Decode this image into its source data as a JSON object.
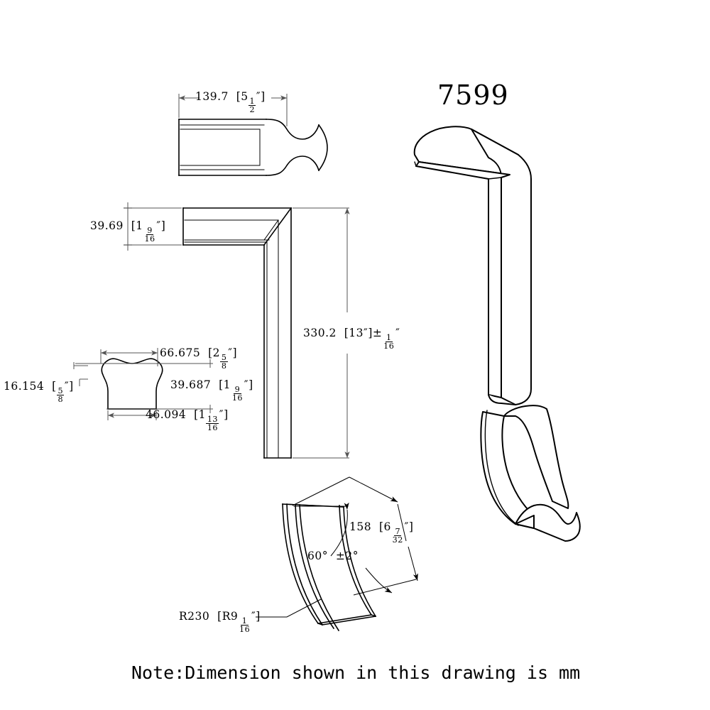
{
  "title": "7599",
  "note": "Note:Dimension shown in this drawing is mm",
  "units": "mm",
  "dimensions": {
    "top_view_length": {
      "value": "139.7",
      "bracket_open": "[",
      "inch_whole": "5",
      "inch_num": "1",
      "inch_den": "2",
      "inch_mark": "″",
      "bracket_close": "]"
    },
    "profile_height": {
      "value": "39.69",
      "bracket_open": "[",
      "inch_whole": "1",
      "inch_num": "9",
      "inch_den": "16",
      "inch_mark": "″",
      "bracket_close": "]"
    },
    "overall_height": {
      "value": "330.2",
      "bracket_open": "[",
      "inch_whole": "13",
      "inch_mark": "″",
      "bracket_close": "]",
      "tol_sign": "±",
      "tol_num": "1",
      "tol_den": "16",
      "tol_mark": "″"
    },
    "section_top_width": {
      "value": "66.675",
      "bracket_open": "[",
      "inch_whole": "2",
      "inch_num": "5",
      "inch_den": "8",
      "inch_mark": "″",
      "bracket_close": "]"
    },
    "section_height": {
      "value": "39.687",
      "bracket_open": "[",
      "inch_whole": "1",
      "inch_num": "9",
      "inch_den": "16",
      "inch_mark": "″",
      "bracket_close": "]"
    },
    "section_base_width": {
      "value": "46.094",
      "bracket_open": "[",
      "inch_whole": "1",
      "inch_num": "13",
      "inch_den": "16",
      "inch_mark": "″",
      "bracket_close": "]"
    },
    "section_offset": {
      "value": "16.154",
      "bracket_open": "[",
      "inch_num": "5",
      "inch_den": "8",
      "inch_mark": "″",
      "bracket_close": "]"
    },
    "arc_chord": {
      "value": "158",
      "bracket_open": "[",
      "inch_whole": "6",
      "inch_num": "7",
      "inch_den": "32",
      "inch_mark": "″",
      "bracket_close": "]"
    },
    "arc_angle": {
      "value": "60°",
      "tol": "±2°"
    },
    "arc_radius": {
      "value": "R230",
      "bracket_open": "[",
      "prefix": "R",
      "inch_whole": "9",
      "inch_num": "1",
      "inch_den": "16",
      "inch_mark": "″",
      "bracket_close": "]"
    }
  },
  "views": {
    "top_profile": "top-end-profile-view",
    "corner_elevation": "l-shaped-corner-elevation-view",
    "cross_section": "moulding-cross-section-view",
    "curved_segment": "curved-arc-segment-view",
    "iso_corner": "isometric-corner-piece",
    "iso_curve": "isometric-curved-piece"
  },
  "colors": {
    "line": "#000000",
    "dimension_line": "#555555",
    "background": "#ffffff"
  }
}
